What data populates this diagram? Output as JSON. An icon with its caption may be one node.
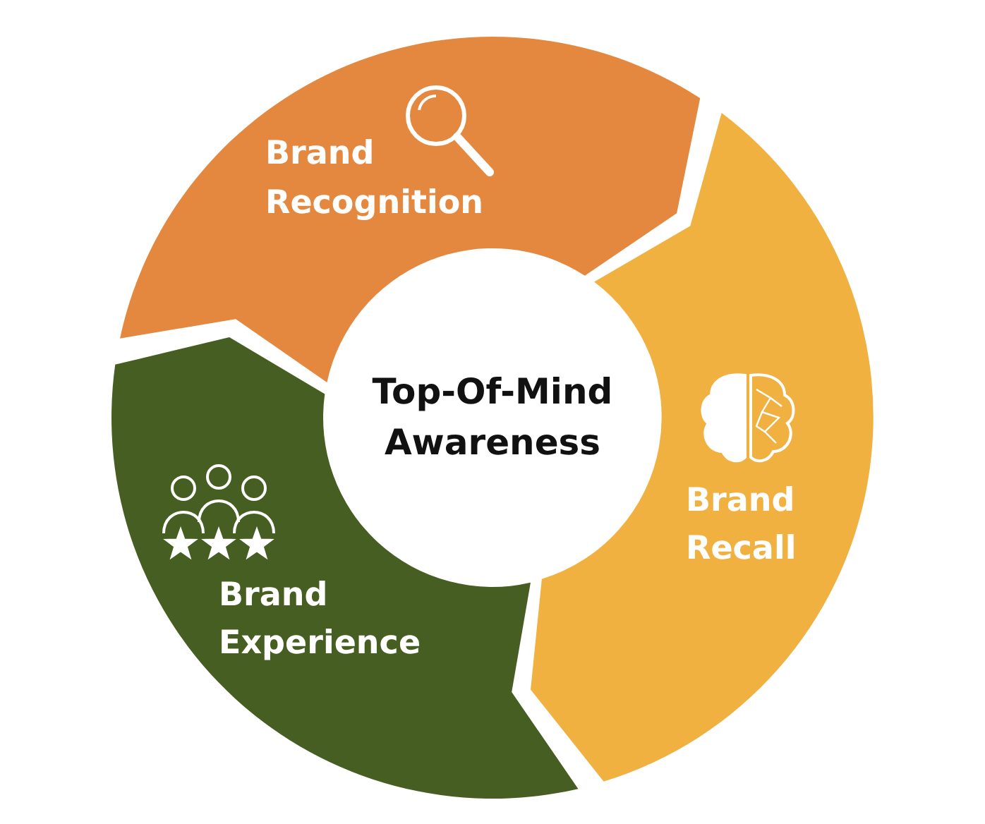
{
  "diagram": {
    "nodes": [
      {
        "text": [
          "Brand Recognition"
        ]
      },
      {
        "text": [
          "Top-Of-Mind Awareness"
        ]
      },
      {
        "text": [
          "Brand Recall"
        ]
      },
      {
        "text": [
          "Brand Experience"
        ]
      }
    ]
  }
}
